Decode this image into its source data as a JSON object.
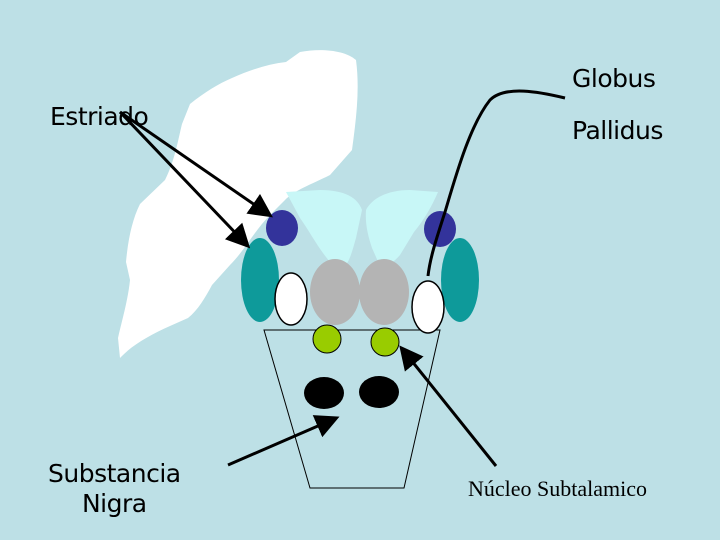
{
  "labels": {
    "estriado": "Estriado",
    "globus_line1": "Globus",
    "globus_line2": "Pallidus",
    "substancia_line1": "Substancia",
    "substancia_line2": "Nigra",
    "nucleo": "Núcleo Subtalamico"
  },
  "colors": {
    "background": "#bde0e6",
    "brain_section": "#ffffff",
    "lateral_ventricle": "#c8f7f7",
    "putamen": "#0e9a9a",
    "caudate_dark_blue": "#33339b",
    "thalamus": "#b4b4b4",
    "subthalamic_nucleus": "#99cc00",
    "substantia_nigra": "#000000",
    "arrow": "#000000"
  }
}
